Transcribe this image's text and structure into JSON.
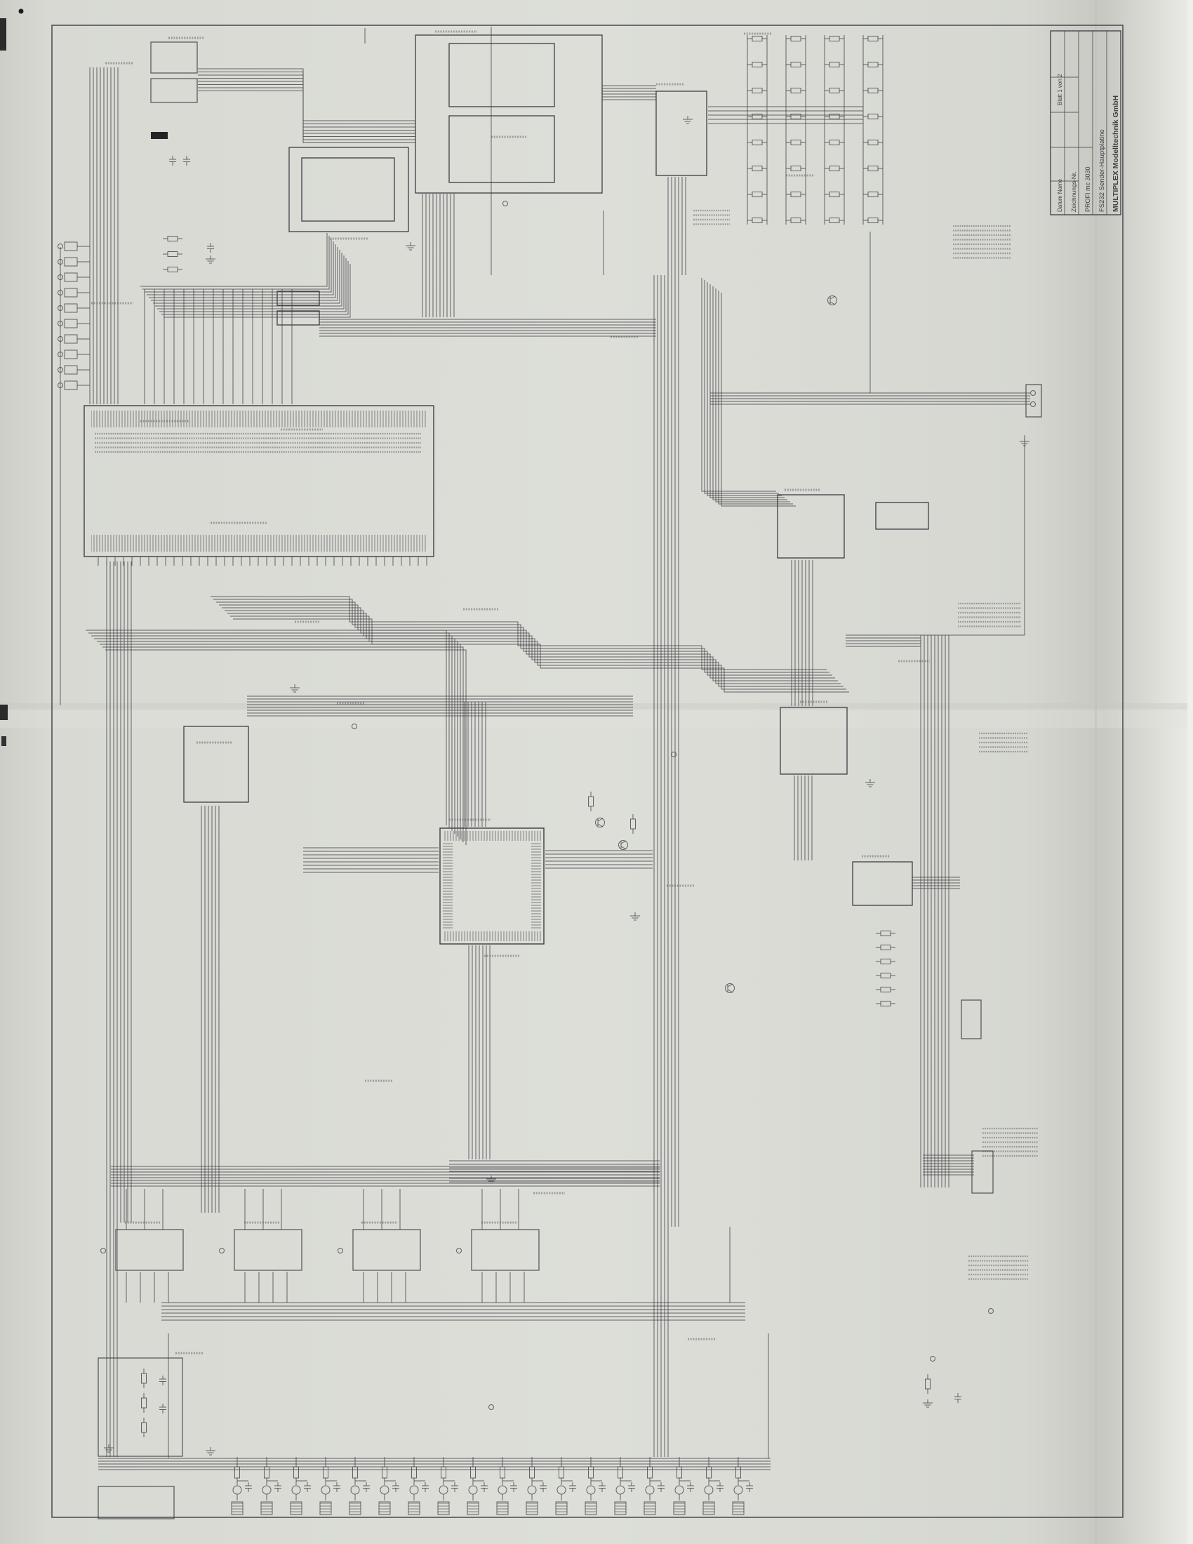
{
  "document": {
    "kind": "Scanned electronic circuit schematic (photocopy)",
    "paper_color": "#d9dad4",
    "ink_color": "#404146",
    "sheet": "large-format sheet scanned in portrait; drawing frame with title block rotated 90 degrees at the top-right corner"
  },
  "title_block": {
    "lines": [
      "MULTIPLEX Modelltechnik GmbH",
      "FS232 Sender-Hauptplatine",
      "PROFI mc 3030",
      "Zeichnungs-Nr.",
      "Datum   Name",
      "Blatt 1 von 2"
    ]
  },
  "figure": {
    "description": "Dense hand-drawn schematic: CPU block, EPROM/RAM interface block, central microcontroller, driver ICs, resistor networks and output stages; component reference text is below legibility at this scan scale."
  }
}
